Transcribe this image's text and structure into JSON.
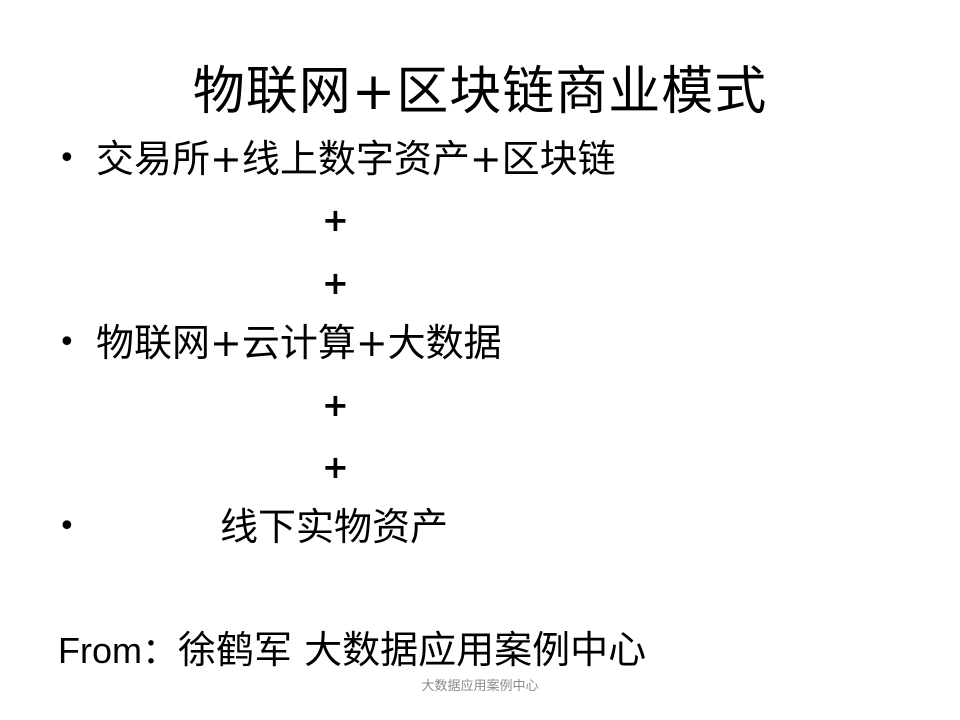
{
  "slide": {
    "title": "物联网+区块链商业模式",
    "bullets": [
      {
        "marker": "•",
        "text": "交易所+线上数字资产+区块链"
      },
      {
        "marker": "•",
        "text": "物联网+云计算+大数据"
      },
      {
        "marker": "•",
        "text": "线下实物资产"
      }
    ],
    "connectors": [
      "+",
      "+",
      "+",
      "+"
    ],
    "source": {
      "label": "From：",
      "text": "徐鹤军  大数据应用案例中心"
    },
    "footer": "大数据应用案例中心"
  }
}
